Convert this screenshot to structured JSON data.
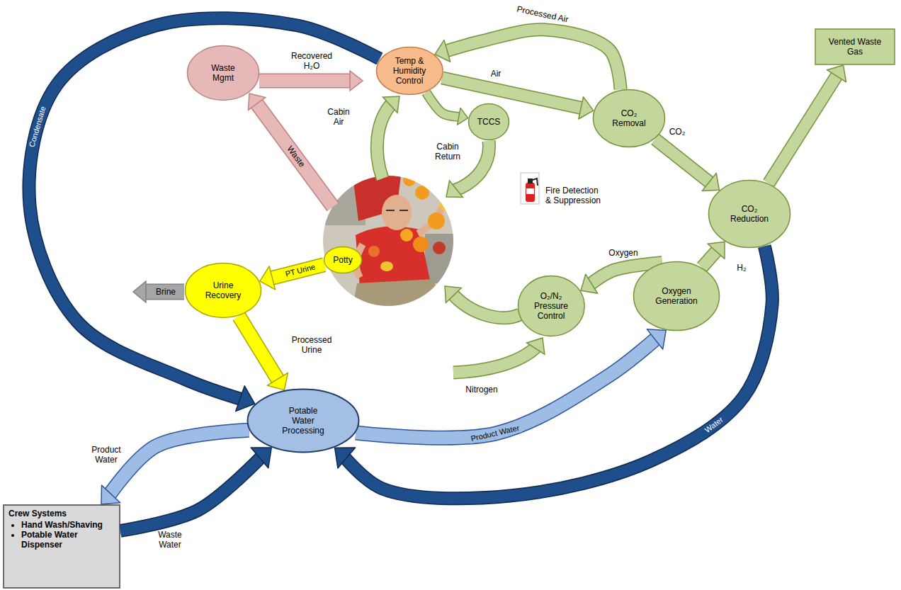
{
  "diagram": {
    "nodes": [
      {
        "text": [
          "Temp & Humidity Control"
        ]
      },
      {
        "text": [
          "Waste Mgmt"
        ]
      },
      {
        "text": [
          "TCCS"
        ]
      },
      {
        "text": [
          "CO₂ Removal"
        ]
      },
      {
        "text": [
          "Vented Waste Gas"
        ]
      },
      {
        "text": [
          "CO₂ Reduction"
        ]
      },
      {
        "text": [
          "Potty"
        ]
      },
      {
        "text": [
          "Urine Recovery"
        ]
      },
      {
        "text": [
          "O₂/N₂ Pressure Control"
        ]
      },
      {
        "text": [
          "Oxygen Generation"
        ]
      },
      {
        "text": [
          "Potable Water Processing"
        ]
      },
      {
        "text": [
          "Crew Systems",
          "Hand Wash/Shaving",
          "Potable Water Dispenser"
        ]
      }
    ],
    "edges": [
      {
        "from": 0,
        "to": 3,
        "arrow": "to",
        "label": "Air"
      },
      {
        "from": 3,
        "to": 0,
        "arrow": "to",
        "label": "Processed Air"
      },
      {
        "from": 0,
        "to": 2,
        "arrow": "to"
      },
      {
        "from": 3,
        "to": 5,
        "arrow": "to",
        "label": "CO₂"
      },
      {
        "from": 5,
        "to": 4,
        "arrow": "to"
      },
      {
        "from": 9,
        "to": 5,
        "arrow": "to",
        "label": "H₂"
      },
      {
        "from": 9,
        "to": 8,
        "arrow": "to",
        "label": "Oxygen"
      },
      {
        "from": 6,
        "to": 7,
        "arrow": "to",
        "label": "PT Urine"
      },
      {
        "from": 7,
        "to": 10,
        "arrow": "to",
        "label": "Processed Urine"
      },
      {
        "from": 0,
        "to": 10,
        "arrow": "to",
        "label": "Condensate"
      },
      {
        "from": 5,
        "to": 10,
        "arrow": "to",
        "label": "Water"
      },
      {
        "from": 10,
        "to": 9,
        "arrow": "to",
        "label": "Product Water"
      },
      {
        "from": 10,
        "to": 11,
        "arrow": "to",
        "label": "Product Water"
      },
      {
        "from": 11,
        "to": 10,
        "arrow": "to",
        "label": "Waste Water"
      }
    ],
    "labels": [
      "Recovered H₂O",
      "Waste",
      "Cabin Air",
      "Cabin Return",
      "Fire Detection & Suppression",
      "Brine",
      "Nitrogen"
    ]
  }
}
